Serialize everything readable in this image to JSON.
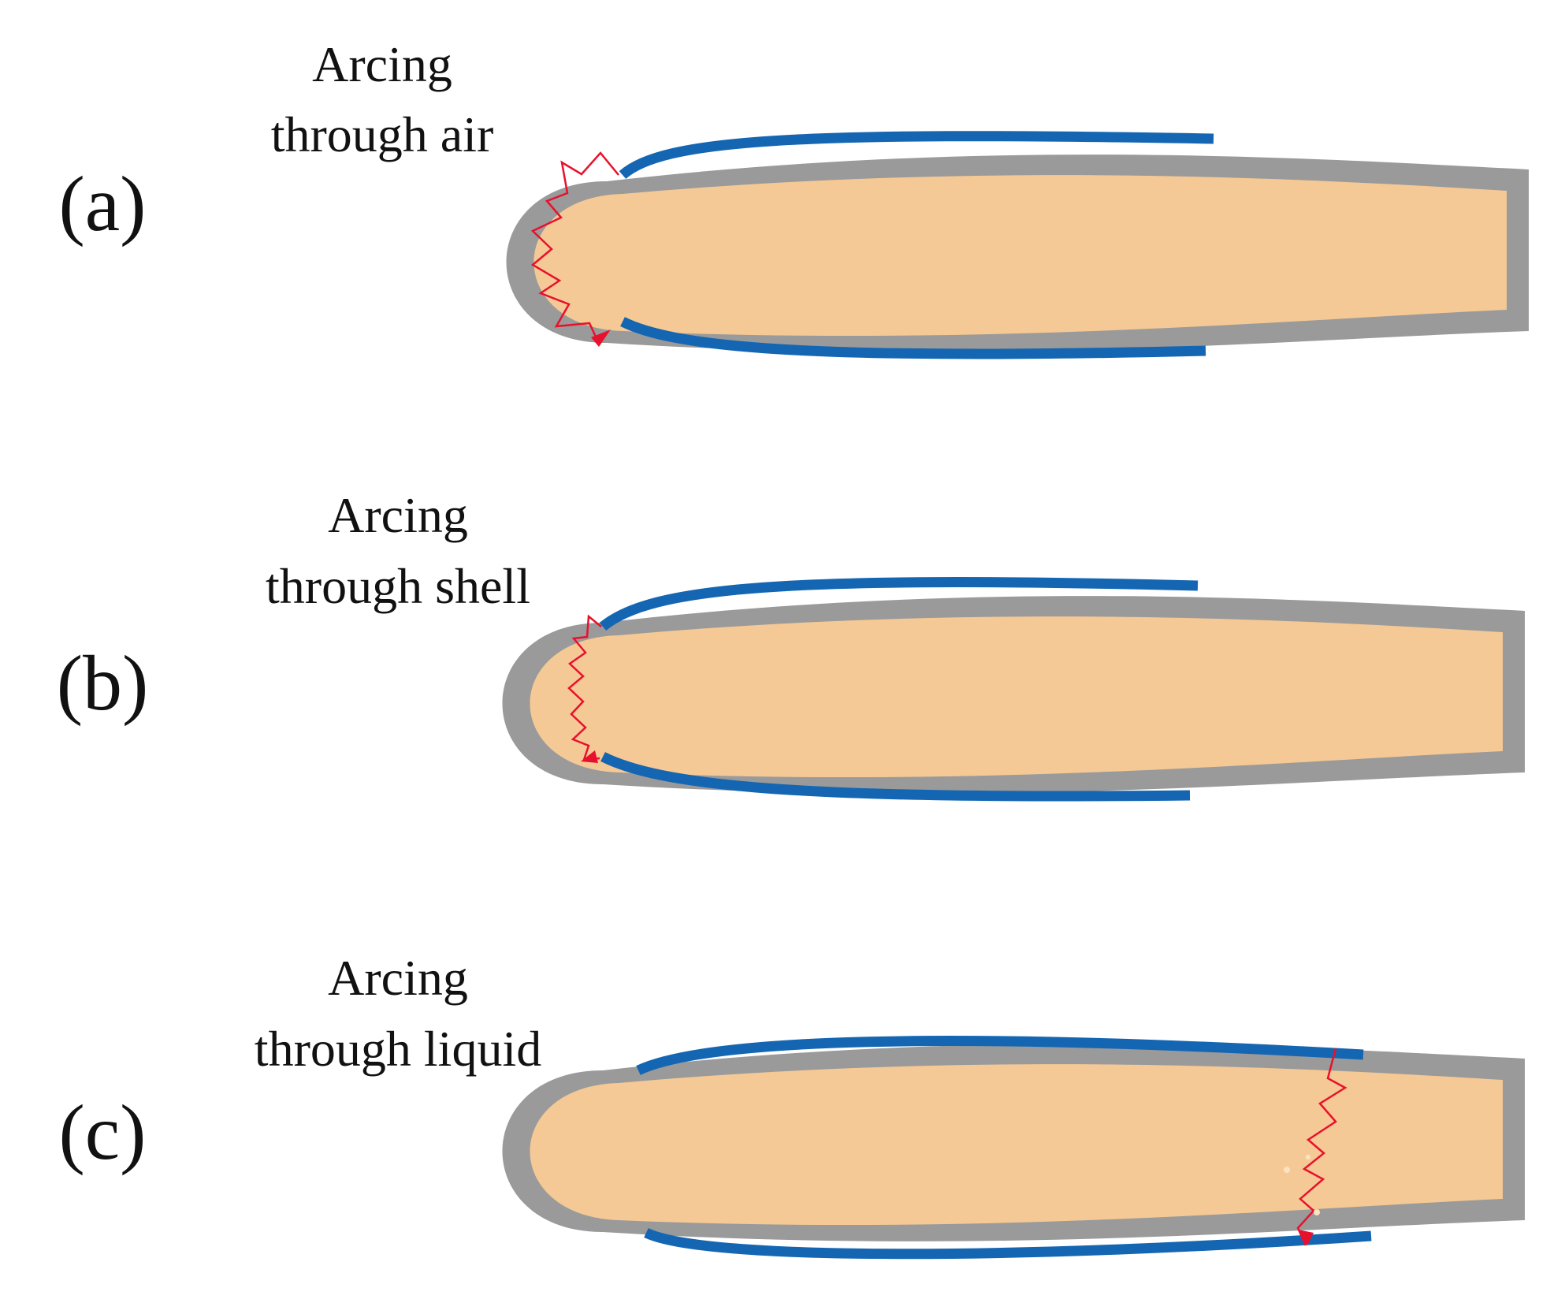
{
  "panels": [
    {
      "id": "a",
      "label": "(a)",
      "caption_line1": "Arcing",
      "caption_line2": "through air"
    },
    {
      "id": "b",
      "label": "(b)",
      "caption_line1": "Arcing",
      "caption_line2": "through shell"
    },
    {
      "id": "c",
      "label": "(c)",
      "caption_line1": "Arcing",
      "caption_line2": "through liquid"
    }
  ],
  "colors": {
    "shell": "#9a9a9a",
    "core": "#f5c995",
    "electrode": "#1566b2",
    "arc": "#e8112d",
    "background": "#ffffff",
    "text": "#111111"
  }
}
